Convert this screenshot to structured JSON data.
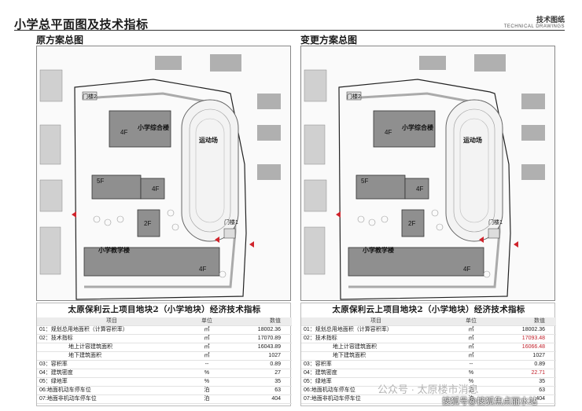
{
  "header": {
    "title": "小学总平面图及技术指标",
    "right_cn": "技术图纸",
    "right_en": "TECHNICAL DRAWINGS"
  },
  "panels": [
    {
      "subtitle": "原方案总图",
      "plan_labels": {
        "gate2": "门楼2",
        "gate1": "门楼1",
        "complex_building": "小学综合楼",
        "sports_field": "运动场",
        "teaching_building": "小学教学楼",
        "floor_4f_top": "4F",
        "floor_5f": "5F",
        "floor_4f_mid": "4F",
        "floor_2f": "2F",
        "floor_4f_bottom": "4F"
      },
      "table": {
        "title": "太原保利云上项目地块2（小学地块）经济技术指标",
        "header": {
          "item": "项目",
          "unit": "单位",
          "value": "数值"
        },
        "rows": [
          {
            "item": "01：规划总用地面积（计算容积率）",
            "unit": "㎡",
            "value": "18002.36"
          },
          {
            "item": "02：技术指标",
            "unit": "㎡",
            "value": "17070.89"
          },
          {
            "item": "地上计容建筑面积",
            "unit": "㎡",
            "value": "16043.89"
          },
          {
            "item": "地下建筑面积",
            "unit": "㎡",
            "value": "1027"
          },
          {
            "item": "03：容积率",
            "unit": "--",
            "value": "0.89"
          },
          {
            "item": "04：建筑密度",
            "unit": "%",
            "value": "27"
          },
          {
            "item": "05：绿地率",
            "unit": "%",
            "value": "35"
          },
          {
            "item": "06:地面机动车停车位",
            "unit": "泊",
            "value": "63"
          },
          {
            "item": "07:地面非机动车停车位",
            "unit": "泊",
            "value": "404"
          }
        ]
      }
    },
    {
      "subtitle": "变更方案总图",
      "plan_labels": {
        "gate2": "门楼2",
        "gate1": "门楼1",
        "complex_building": "小学综合楼",
        "sports_field": "运动场",
        "teaching_building": "小学教学楼",
        "floor_4f_top": "4F",
        "floor_5f": "5F",
        "floor_4f_mid": "4F",
        "floor_2f": "2F",
        "floor_4f_bottom": "4F"
      },
      "table": {
        "title": "太原保利云上项目地块2（小学地块）经济技术指标",
        "header": {
          "item": "项目",
          "unit": "单位",
          "value": "数值"
        },
        "rows": [
          {
            "item": "01：规划总用地面积（计算容积率）",
            "unit": "㎡",
            "value": "18002.36"
          },
          {
            "item": "02：技术指标",
            "unit": "㎡",
            "value": "17093.48"
          },
          {
            "item": "地上计容建筑面积",
            "unit": "㎡",
            "value": "16066.48"
          },
          {
            "item": "地下建筑面积",
            "unit": "㎡",
            "value": "1027"
          },
          {
            "item": "03：容积率",
            "unit": "--",
            "value": "0.89"
          },
          {
            "item": "04：建筑密度",
            "unit": "%",
            "value": "22.71"
          },
          {
            "item": "05：绿地率",
            "unit": "%",
            "value": "35"
          },
          {
            "item": "06:地面机动车停车位",
            "unit": "泊",
            "value": "63"
          },
          {
            "item": "07:地面非机动车停车位",
            "unit": "泊",
            "value": "404"
          }
        ]
      }
    }
  ],
  "watermarks": {
    "chat": "公众号 · 太原楼市消息",
    "sohu": "搜狐号@搜狐焦点丽水站"
  },
  "colors": {
    "building_fill": "#8f8f8f",
    "changed_value": "#c0202a",
    "marker_red": "#d0242c"
  }
}
